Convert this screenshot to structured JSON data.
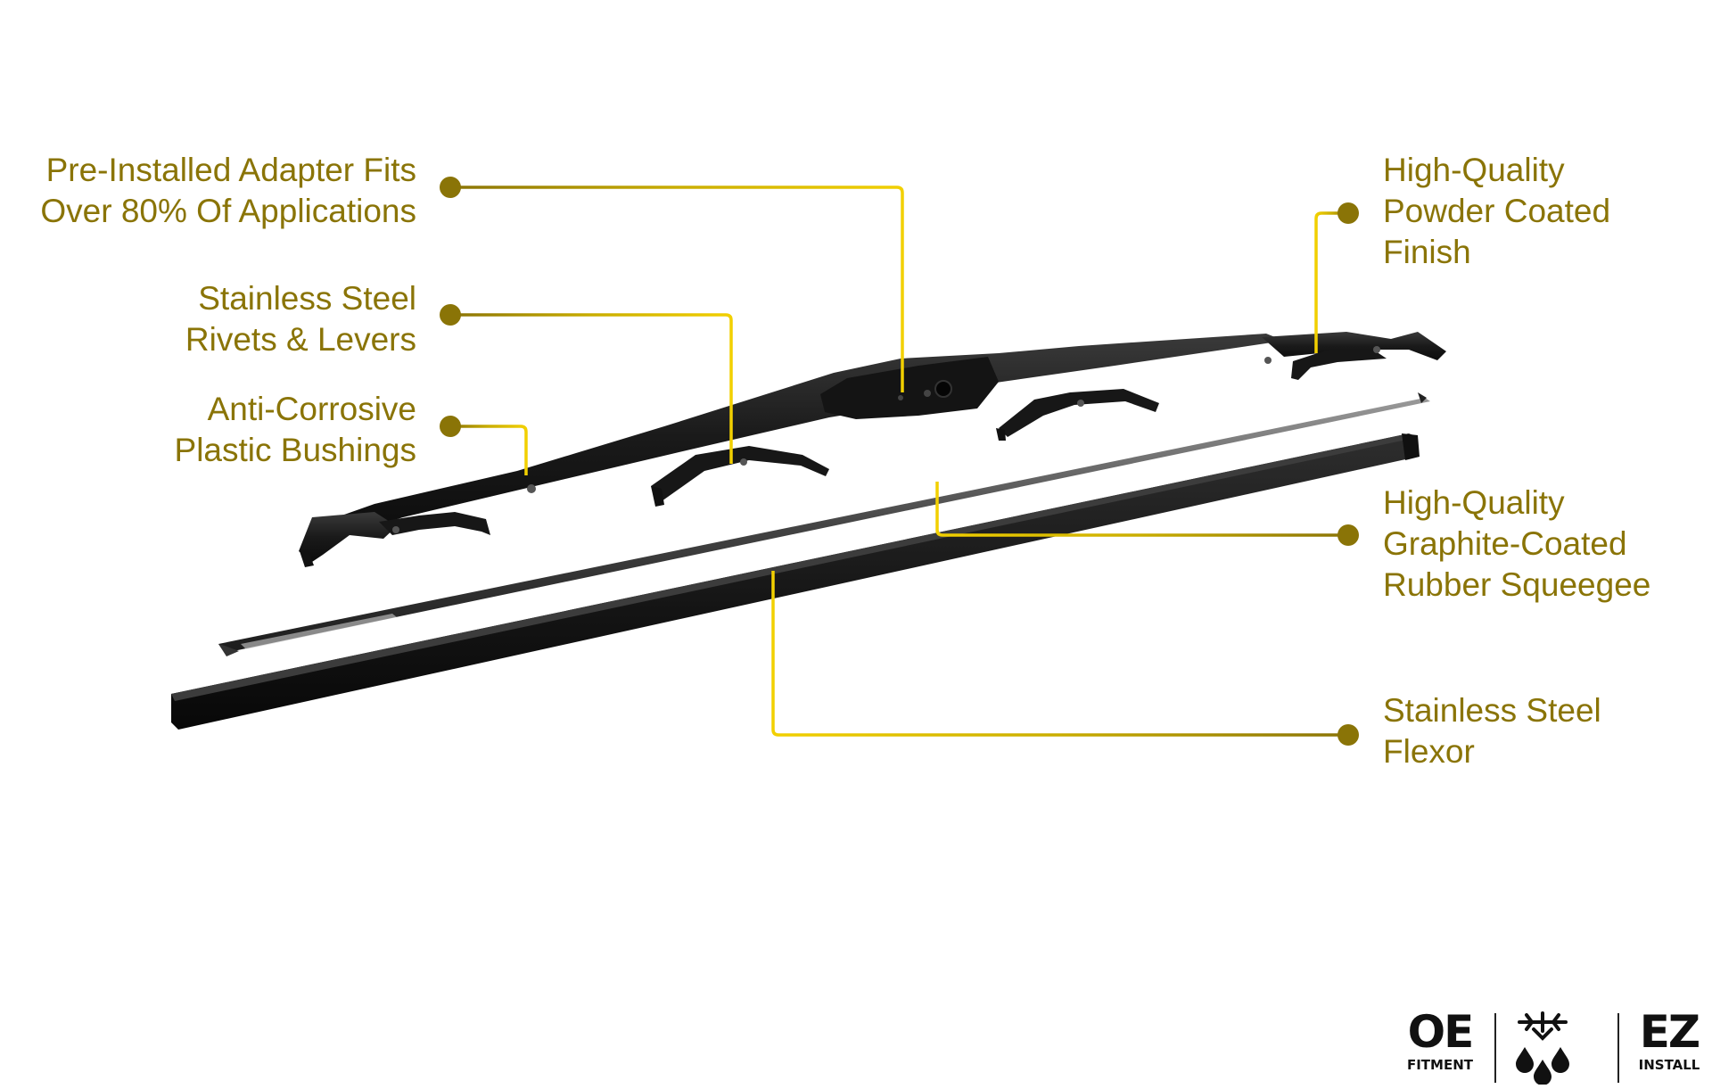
{
  "features": {
    "adapter": {
      "lines": [
        "Pre-Installed Adapter Fits",
        "Over 80% Of Applications"
      ]
    },
    "rivets": {
      "lines": [
        "Stainless Steel",
        "Rivets & Levers"
      ]
    },
    "bushings": {
      "lines": [
        "Anti-Corrosive",
        "Plastic Bushings"
      ]
    },
    "finish": {
      "lines": [
        "High-Quality",
        "Powder Coated",
        "Finish"
      ]
    },
    "squeegee": {
      "lines": [
        "High-Quality",
        "Graphite-Coated",
        "Rubber Squeegee"
      ]
    },
    "flexor": {
      "lines": [
        "Stainless Steel",
        "Flexor"
      ]
    }
  },
  "badges": {
    "oe": {
      "big": "OE",
      "small": "FITMENT"
    },
    "weather": {
      "icon": "snowflake-rain-icon"
    },
    "ez": {
      "big": "EZ",
      "small": "INSTALL"
    }
  },
  "colors": {
    "label_text": "#8a7407",
    "callout_dot": "#8a7407",
    "leader_line": "#f2d000",
    "blade": "#1d1d1d"
  }
}
